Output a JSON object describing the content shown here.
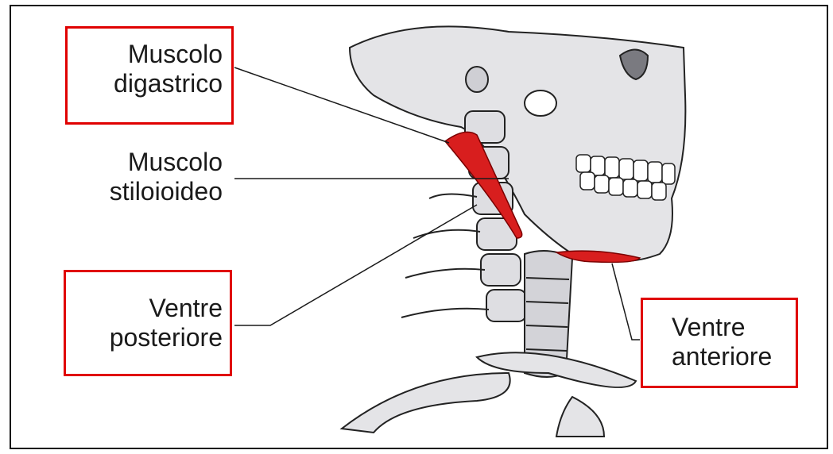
{
  "labels": {
    "digastrico": [
      "Muscolo",
      "digastrico"
    ],
    "stiloioideo": [
      "Muscolo",
      "stiloioideo"
    ],
    "posteriore": [
      "Ventre",
      "posteriore"
    ],
    "anteriore": [
      "Ventre",
      "anteriore"
    ]
  },
  "colors": {
    "highlight_box": "#e00000",
    "muscle": "#d81e1e",
    "bone": "#e4e4e7",
    "outline": "#222222"
  }
}
